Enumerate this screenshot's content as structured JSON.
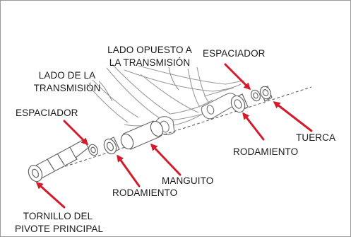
{
  "labels": {
    "opposite_side_line1": "LADO OPUESTO A",
    "opposite_side_line2": "LA TRANSMISIÓN",
    "spacer_right": "ESPACIADOR",
    "drive_side_line1": "LADO DE LA",
    "drive_side_line2": "TRANSMISIÓN",
    "spacer_left": "ESPACIADOR",
    "nut": "TUERCA",
    "bearing_right": "RODAMIENTO",
    "sleeve": "MANGUITO",
    "bearing_left": "RODAMIENTO",
    "pivot_bolt_line1": "TORNILLO DEL",
    "pivot_bolt_line2": "PIVOTE PRINCIPAL"
  },
  "colors": {
    "arrow": "#d31b2b",
    "line": "#7a7a7a",
    "text": "#1a1a1a",
    "border": "#9a9a9a"
  }
}
